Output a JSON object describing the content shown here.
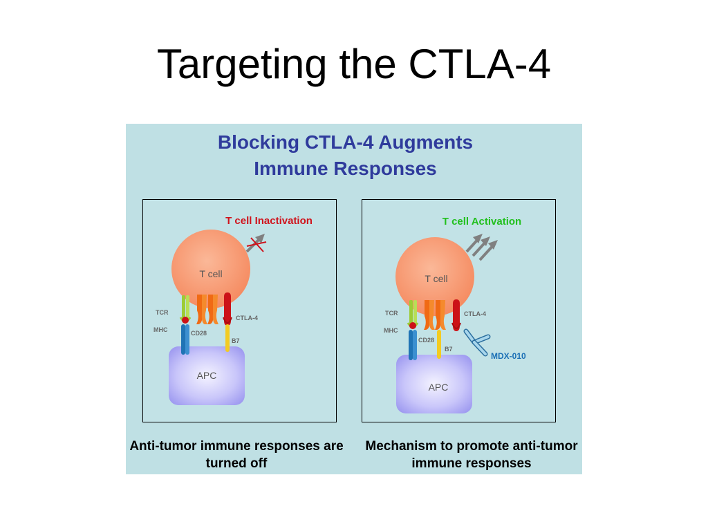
{
  "slide": {
    "title": "Targeting the CTLA-4"
  },
  "figure": {
    "title_line1": "Blocking CTLA-4 Augments",
    "title_line2": "Immune Responses",
    "left_panel": {
      "heading": "T cell Inactivation",
      "cell_label": "T cell",
      "apc_label": "APC",
      "tcr": "TCR",
      "mhc": "MHC",
      "cd28": "CD28",
      "ctla4": "CTLA-4",
      "b7": "B7",
      "caption": "Anti-tumor immune responses are turned off"
    },
    "right_panel": {
      "heading": "T cell Activation",
      "cell_label": "T cell",
      "apc_label": "APC",
      "tcr": "TCR",
      "mhc": "MHC",
      "cd28": "CD28",
      "ctla4": "CTLA-4",
      "b7": "B7",
      "antibody": "MDX-010",
      "caption": "Mechanism to promote anti-tumor immune responses"
    }
  },
  "colors": {
    "background": "#bfe0e4",
    "title": "#2f3b9c",
    "inactivation": "#d0121b",
    "activation": "#22c01e",
    "antibody_label": "#1a6fb5",
    "tcell": "#f89d78",
    "apc": "#a9a6f4",
    "cd28": "#f06a14",
    "ctla4": "#cc1218",
    "tcr": "#9ccc36",
    "mhc": "#1f73b5",
    "b7": "#f3cb22"
  }
}
